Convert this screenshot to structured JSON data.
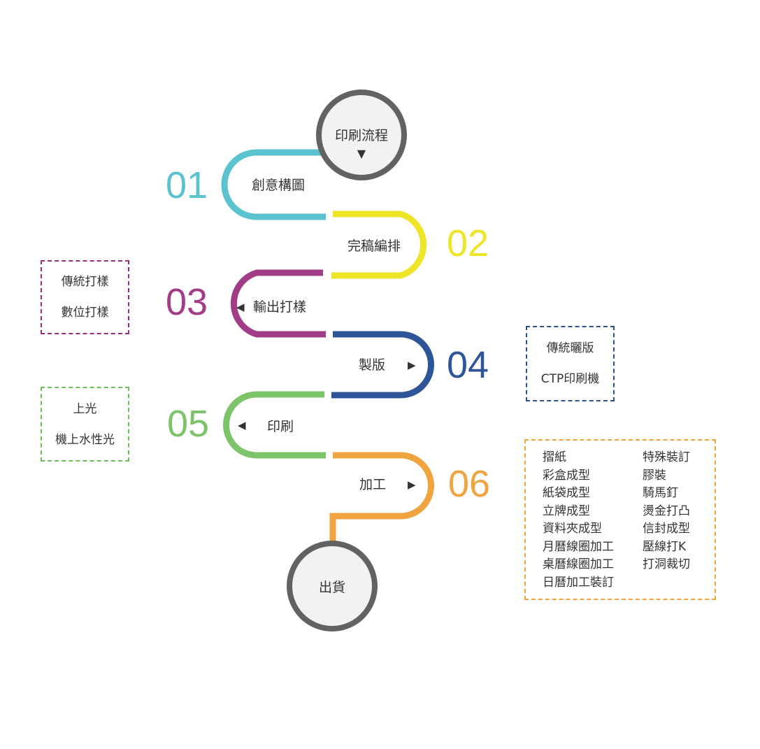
{
  "start": {
    "label": "印刷流程",
    "arrow": "▼"
  },
  "end": {
    "label": "出貨"
  },
  "steps": [
    {
      "num": "01",
      "label": "創意構圖",
      "color": "#5bc3cf"
    },
    {
      "num": "02",
      "label": "完稿編排",
      "color": "#eee528"
    },
    {
      "num": "03",
      "label": "輸出打樣",
      "arrow": "◀",
      "color": "#a23c86"
    },
    {
      "num": "04",
      "label": "製版",
      "arrow": "▶",
      "color": "#2e5597"
    },
    {
      "num": "05",
      "label": "印刷",
      "arrow": "◀",
      "color": "#7cc46a"
    },
    {
      "num": "06",
      "label": "加工",
      "arrow": "▶",
      "color": "#f0a43f"
    }
  ],
  "boxes": {
    "prep": {
      "color": "#9c2d7a",
      "items": [
        "傳統打樣",
        "數位打樣"
      ]
    },
    "plate": {
      "color": "#2f4f91",
      "items": [
        "傳統曬版",
        "CTP印刷機"
      ]
    },
    "coat": {
      "color": "#6cbf5a",
      "items": [
        "上光",
        "機上水性光"
      ]
    },
    "finish": {
      "color": "#f0a33c",
      "col1": [
        "摺紙",
        "彩盒成型",
        "紙袋成型",
        "立牌成型",
        "資料夾成型",
        "月曆線圈加工",
        "桌曆線圈加工",
        "日曆加工裝訂"
      ],
      "col2": [
        "特殊裝訂",
        "膠裝",
        "騎馬釘",
        "燙金打凸",
        "信封成型",
        "壓線打K",
        "打洞裁切"
      ]
    }
  },
  "colors": {
    "node": "#616361",
    "node_fill": "#f2f2f2",
    "text": "#333333"
  }
}
